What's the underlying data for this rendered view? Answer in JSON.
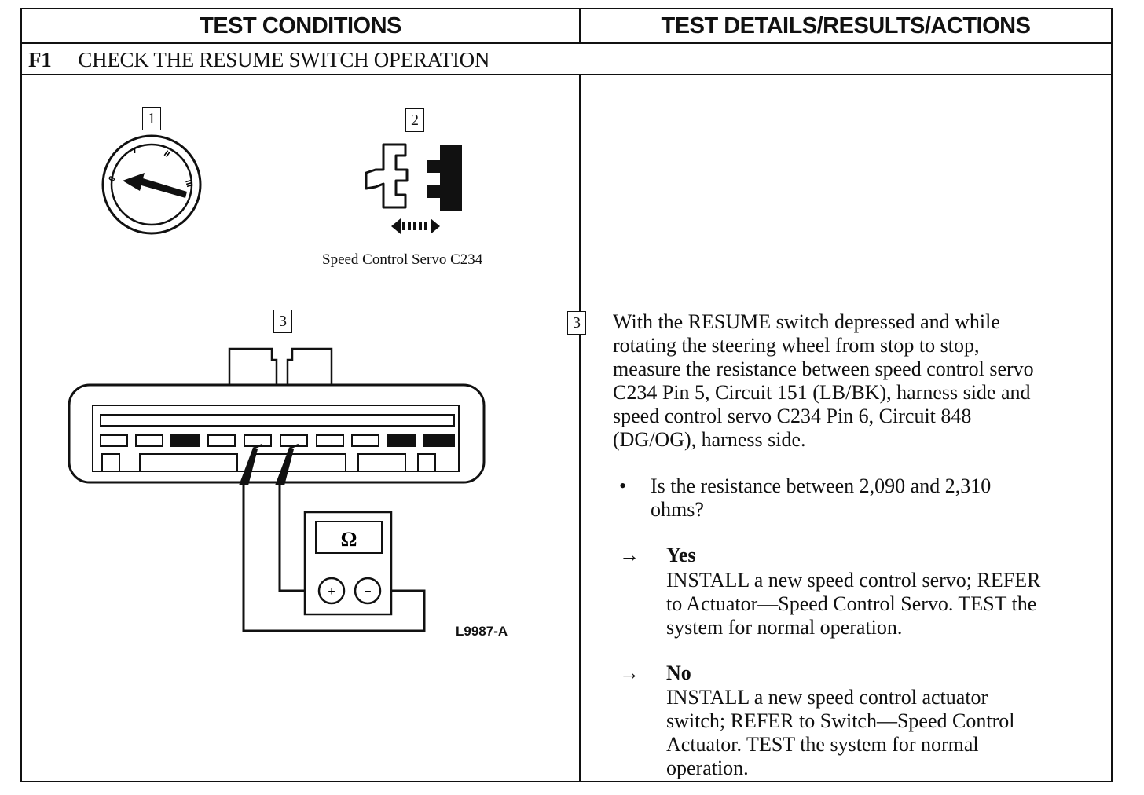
{
  "table": {
    "col1_header": "TEST CONDITIONS",
    "col2_header": "TEST DETAILS/RESULTS/ACTIONS"
  },
  "section": {
    "code": "F1",
    "title": "CHECK THE RESUME SWITCH OPERATION"
  },
  "figures": {
    "step1_num": "1",
    "step2_num": "2",
    "step3_num": "3",
    "servo_caption": "Speed Control Servo C234",
    "meter_symbol": "Ω",
    "meter_plus": "+",
    "meter_minus": "−",
    "figure_id": "L9987-A"
  },
  "details": {
    "step_num": "3",
    "instruction_lines": [
      "With the RESUME switch depressed and while",
      "rotating the steering wheel from stop to stop,",
      "measure the resistance between speed control servo",
      "C234 Pin 5, Circuit 151 (LB/BK), harness side and",
      "speed control servo C234 Pin 6, Circuit 848",
      "(DG/OG),  harness side."
    ],
    "bullet": "•",
    "question_lines": [
      "Is the resistance between 2,090 and 2,310",
      "ohms?"
    ],
    "arrow": "→",
    "yes_label": "Yes",
    "yes_lines": [
      "INSTALL a new speed control servo; REFER",
      "to Actuator—Speed Control Servo. TEST the",
      "system for normal operation."
    ],
    "no_label": "No",
    "no_lines": [
      "INSTALL a new speed control actuator",
      "switch; REFER to Switch—Speed Control",
      "Actuator. TEST the system for normal",
      "operation."
    ]
  }
}
